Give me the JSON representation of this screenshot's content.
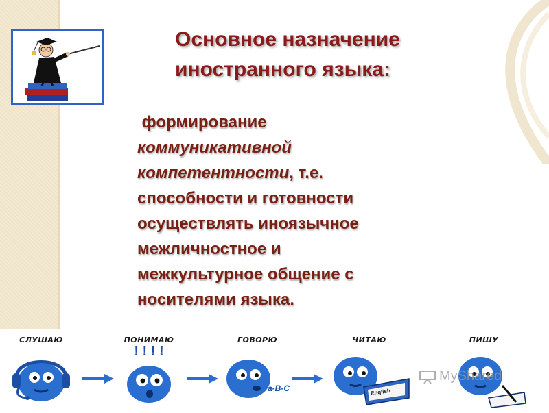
{
  "slide": {
    "title_lines": [
      "Основное назначение",
      "иностранного языка:"
    ],
    "body": {
      "line1": "формирование",
      "line2_italic": "коммуникативной",
      "line3_italic": "компетентности",
      "line3_rest": ", т.е.",
      "line4": "способности и готовности",
      "line5": "осуществлять иноязычное",
      "line6": "межличностное и",
      "line7": "межкультурное общение с",
      "line8": "носителями языка."
    }
  },
  "stages": [
    {
      "label": "СЛУШАЮ",
      "icon": "listening-face-icon"
    },
    {
      "label": "ПОНИМАЮ",
      "icon": "understanding-face-icon"
    },
    {
      "label": "ГОВОРЮ",
      "icon": "speaking-face-icon"
    },
    {
      "label": "ЧИТАЮ",
      "icon": "reading-face-icon"
    },
    {
      "label": "ПИШУ",
      "icon": "writing-face-icon"
    }
  ],
  "stage_extras": {
    "exclamations": "! ! ! !",
    "abc": "a-B-C",
    "book_label": "English"
  },
  "watermark": "MyShared",
  "colors": {
    "title": "#8b1b1b",
    "body": "#7a1f14",
    "frame": "#2f63c7",
    "face": "#2a6fcf"
  }
}
